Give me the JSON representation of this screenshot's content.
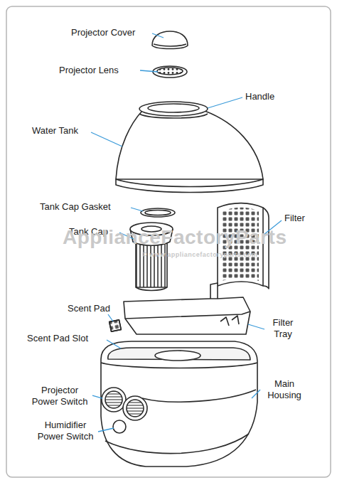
{
  "diagram": {
    "labels": [
      "Projector Cover",
      "Projector Lens",
      "Handle",
      "Water Tank",
      "Tank Cap Gasket",
      "Tank Cap",
      "Filter",
      "ApplianceFactoryParts",
      "© www.appliancefactoryparts.com",
      "Scent Pad",
      "Filter Tray",
      "Scent Pad Slot",
      "Main Housing",
      "Projector Power Switch",
      "Humidifier Power Switch"
    ]
  }
}
